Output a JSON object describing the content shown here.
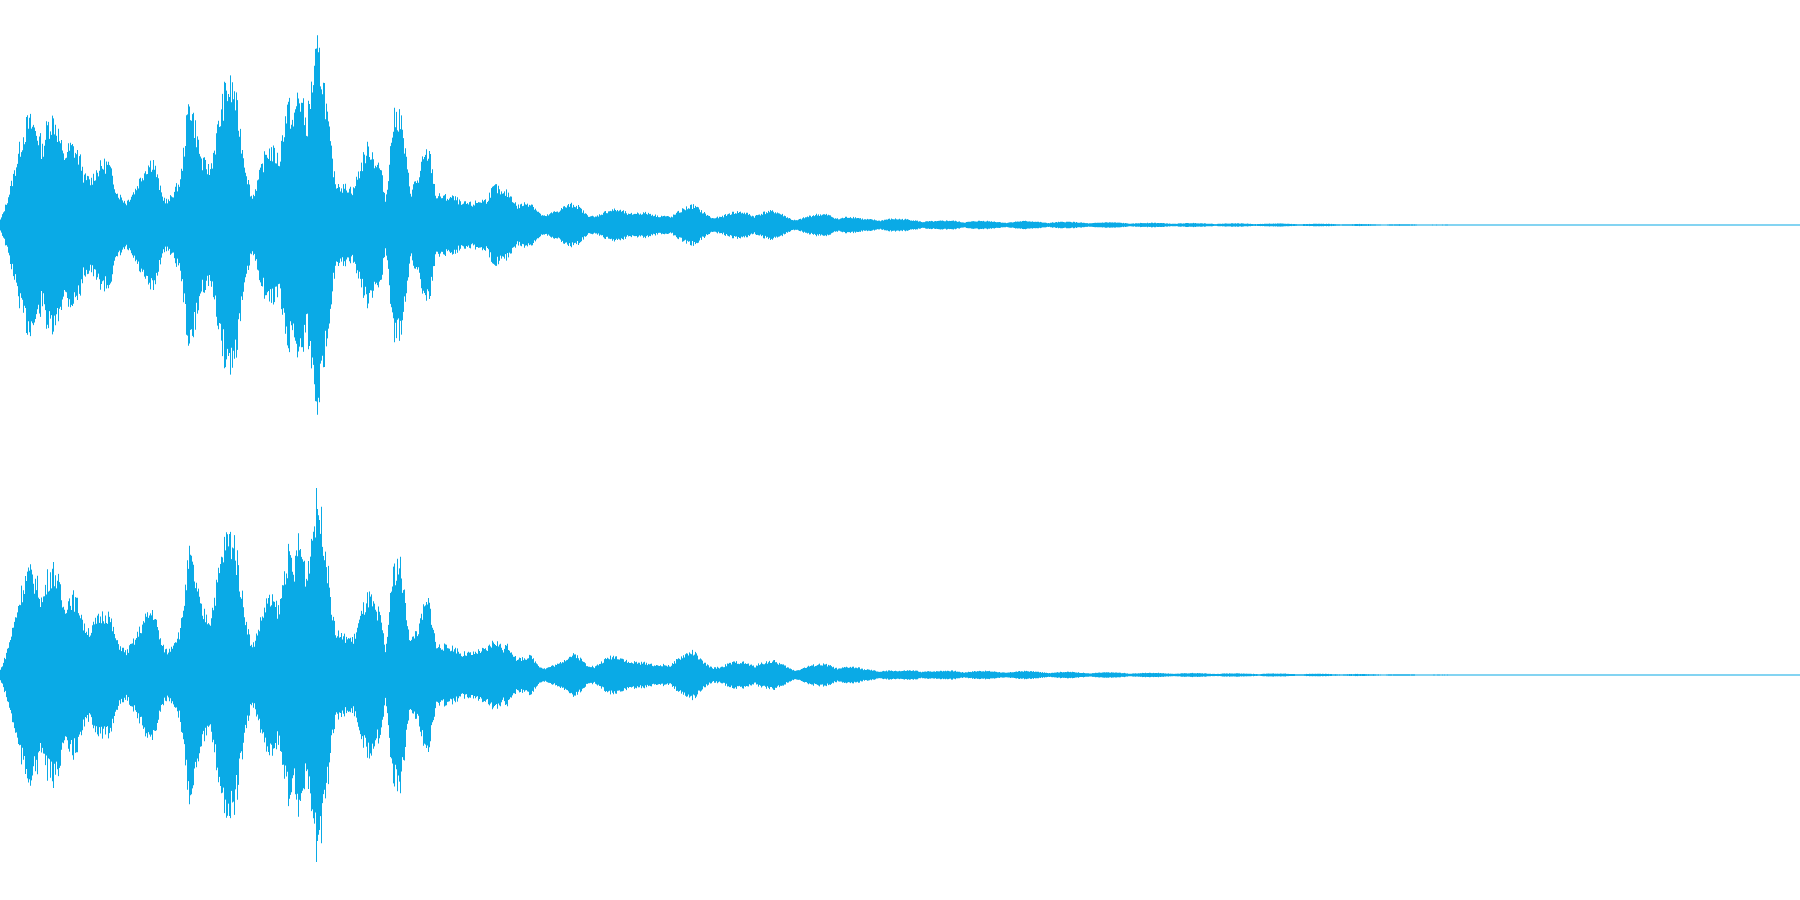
{
  "waveform": {
    "color": "#0aaae6",
    "channels": [
      {
        "name": "channel-1",
        "envelope": [
          [
            0.0,
            0.05
          ],
          [
            0.008,
            0.3
          ],
          [
            0.015,
            0.55
          ],
          [
            0.022,
            0.7
          ],
          [
            0.026,
            0.72
          ],
          [
            0.03,
            0.6
          ],
          [
            0.035,
            0.35
          ],
          [
            0.04,
            0.45
          ],
          [
            0.045,
            0.5
          ],
          [
            0.05,
            0.3
          ],
          [
            0.06,
            0.32
          ],
          [
            0.065,
            0.2
          ],
          [
            0.075,
            0.22
          ],
          [
            0.085,
            0.35
          ],
          [
            0.09,
            0.2
          ],
          [
            0.1,
            0.25
          ],
          [
            0.105,
            0.65
          ],
          [
            0.112,
            0.4
          ],
          [
            0.118,
            0.55
          ],
          [
            0.125,
            0.72
          ],
          [
            0.13,
            0.7
          ],
          [
            0.135,
            0.45
          ],
          [
            0.14,
            0.25
          ],
          [
            0.148,
            0.4
          ],
          [
            0.155,
            0.35
          ],
          [
            0.16,
            0.85
          ],
          [
            0.165,
            1.0
          ],
          [
            0.17,
            0.55
          ],
          [
            0.176,
            0.9
          ],
          [
            0.18,
            0.8
          ],
          [
            0.186,
            0.4
          ],
          [
            0.19,
            0.25
          ],
          [
            0.196,
            0.18
          ],
          [
            0.2,
            0.3
          ],
          [
            0.205,
            0.5
          ],
          [
            0.21,
            0.55
          ],
          [
            0.214,
            0.15
          ],
          [
            0.218,
            0.55
          ],
          [
            0.222,
            0.58
          ],
          [
            0.228,
            0.2
          ],
          [
            0.234,
            0.5
          ],
          [
            0.238,
            0.45
          ],
          [
            0.242,
            0.15
          ],
          [
            0.248,
            0.15
          ],
          [
            0.255,
            0.2
          ],
          [
            0.262,
            0.12
          ],
          [
            0.27,
            0.13
          ],
          [
            0.275,
            0.25
          ],
          [
            0.28,
            0.28
          ],
          [
            0.287,
            0.1
          ],
          [
            0.295,
            0.12
          ],
          [
            0.3,
            0.08
          ],
          [
            0.31,
            0.08
          ],
          [
            0.32,
            0.12
          ],
          [
            0.325,
            0.1
          ],
          [
            0.33,
            0.05
          ],
          [
            0.34,
            0.08
          ],
          [
            0.348,
            0.1
          ],
          [
            0.355,
            0.07
          ],
          [
            0.365,
            0.05
          ],
          [
            0.375,
            0.08
          ],
          [
            0.385,
            0.1
          ],
          [
            0.39,
            0.08
          ],
          [
            0.4,
            0.05
          ],
          [
            0.41,
            0.07
          ],
          [
            0.42,
            0.08
          ],
          [
            0.43,
            0.07
          ],
          [
            0.44,
            0.04
          ],
          [
            0.45,
            0.05
          ],
          [
            0.46,
            0.06
          ],
          [
            0.47,
            0.05
          ],
          [
            0.48,
            0.03
          ],
          [
            0.49,
            0.04
          ],
          [
            0.5,
            0.03
          ],
          [
            0.51,
            0.03
          ],
          [
            0.52,
            0.02
          ],
          [
            0.53,
            0.025
          ],
          [
            0.55,
            0.02
          ],
          [
            0.57,
            0.02
          ],
          [
            0.6,
            0.015
          ],
          [
            0.63,
            0.012
          ],
          [
            0.66,
            0.01
          ],
          [
            0.7,
            0.008
          ],
          [
            0.74,
            0.006
          ],
          [
            0.78,
            0.004
          ],
          [
            0.82,
            0.002
          ],
          [
            0.86,
            0.001
          ],
          [
            1.0,
            0.0
          ]
        ]
      },
      {
        "name": "channel-2",
        "envelope": [
          [
            0.0,
            0.05
          ],
          [
            0.008,
            0.3
          ],
          [
            0.015,
            0.55
          ],
          [
            0.022,
            0.68
          ],
          [
            0.026,
            0.7
          ],
          [
            0.03,
            0.6
          ],
          [
            0.035,
            0.35
          ],
          [
            0.04,
            0.45
          ],
          [
            0.045,
            0.5
          ],
          [
            0.05,
            0.3
          ],
          [
            0.06,
            0.32
          ],
          [
            0.065,
            0.2
          ],
          [
            0.075,
            0.22
          ],
          [
            0.085,
            0.35
          ],
          [
            0.09,
            0.2
          ],
          [
            0.1,
            0.25
          ],
          [
            0.105,
            0.62
          ],
          [
            0.112,
            0.4
          ],
          [
            0.118,
            0.55
          ],
          [
            0.125,
            0.72
          ],
          [
            0.13,
            0.7
          ],
          [
            0.135,
            0.45
          ],
          [
            0.14,
            0.25
          ],
          [
            0.148,
            0.4
          ],
          [
            0.155,
            0.35
          ],
          [
            0.16,
            0.85
          ],
          [
            0.165,
            1.0
          ],
          [
            0.17,
            0.55
          ],
          [
            0.176,
            0.9
          ],
          [
            0.18,
            0.8
          ],
          [
            0.186,
            0.4
          ],
          [
            0.19,
            0.25
          ],
          [
            0.196,
            0.18
          ],
          [
            0.2,
            0.3
          ],
          [
            0.205,
            0.5
          ],
          [
            0.21,
            0.55
          ],
          [
            0.214,
            0.15
          ],
          [
            0.218,
            0.55
          ],
          [
            0.222,
            0.58
          ],
          [
            0.228,
            0.2
          ],
          [
            0.234,
            0.5
          ],
          [
            0.238,
            0.45
          ],
          [
            0.242,
            0.15
          ],
          [
            0.248,
            0.15
          ],
          [
            0.255,
            0.2
          ],
          [
            0.262,
            0.12
          ],
          [
            0.27,
            0.13
          ],
          [
            0.275,
            0.22
          ],
          [
            0.28,
            0.25
          ],
          [
            0.287,
            0.08
          ],
          [
            0.295,
            0.1
          ],
          [
            0.3,
            0.06
          ],
          [
            0.31,
            0.06
          ],
          [
            0.32,
            0.12
          ],
          [
            0.325,
            0.1
          ],
          [
            0.33,
            0.05
          ],
          [
            0.34,
            0.1
          ],
          [
            0.348,
            0.12
          ],
          [
            0.355,
            0.07
          ],
          [
            0.365,
            0.05
          ],
          [
            0.375,
            0.1
          ],
          [
            0.385,
            0.12
          ],
          [
            0.39,
            0.08
          ],
          [
            0.4,
            0.05
          ],
          [
            0.41,
            0.07
          ],
          [
            0.42,
            0.08
          ],
          [
            0.43,
            0.07
          ],
          [
            0.44,
            0.04
          ],
          [
            0.45,
            0.05
          ],
          [
            0.46,
            0.06
          ],
          [
            0.47,
            0.05
          ],
          [
            0.48,
            0.03
          ],
          [
            0.49,
            0.03
          ],
          [
            0.5,
            0.02
          ],
          [
            0.51,
            0.03
          ],
          [
            0.52,
            0.02
          ],
          [
            0.53,
            0.025
          ],
          [
            0.55,
            0.02
          ],
          [
            0.57,
            0.02
          ],
          [
            0.6,
            0.015
          ],
          [
            0.63,
            0.012
          ],
          [
            0.66,
            0.01
          ],
          [
            0.7,
            0.008
          ],
          [
            0.74,
            0.006
          ],
          [
            0.78,
            0.004
          ],
          [
            0.82,
            0.002
          ],
          [
            0.86,
            0.001
          ],
          [
            1.0,
            0.0
          ]
        ]
      }
    ]
  }
}
